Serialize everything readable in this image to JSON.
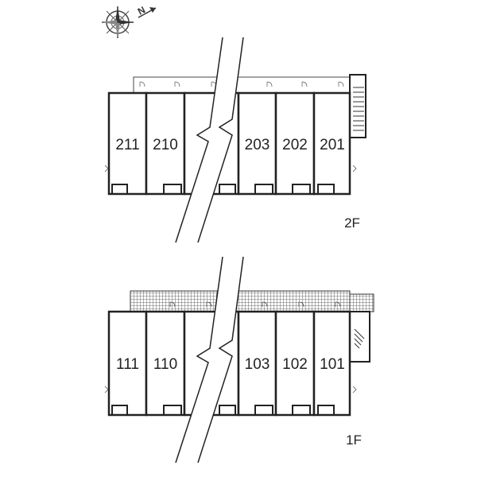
{
  "compass": {
    "icon": "compass-rose-icon",
    "north_letter": "N"
  },
  "floors": [
    {
      "label": "2F",
      "units": [
        "211",
        "210",
        "",
        "203",
        "202",
        "201"
      ]
    },
    {
      "label": "1F",
      "units": [
        "111",
        "110",
        "",
        "103",
        "102",
        "101"
      ]
    }
  ],
  "colors": {
    "line": "#222222",
    "hatch": "#555555",
    "background": "#ffffff"
  }
}
